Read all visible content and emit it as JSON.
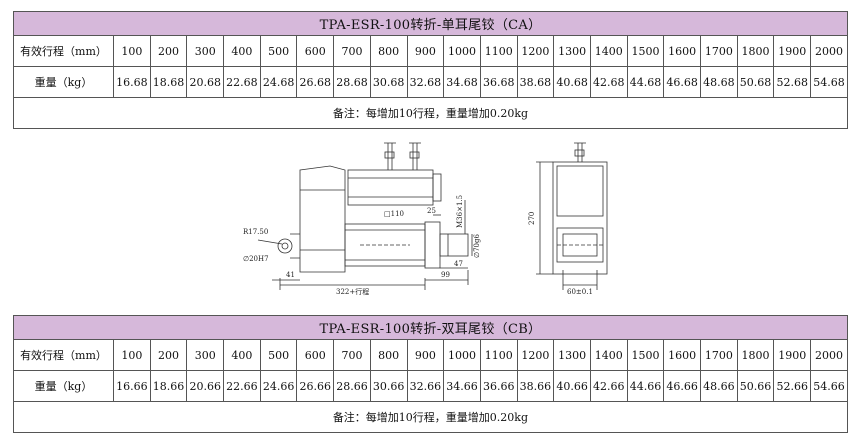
{
  "table_ca": {
    "title": "TPA-ESR-100转折-单耳尾铰（CA）",
    "stroke_label": "有效行程（mm）",
    "weight_label": "重量（kg）",
    "strokes": [
      "100",
      "200",
      "300",
      "400",
      "500",
      "600",
      "700",
      "800",
      "900",
      "1000",
      "1100",
      "1200",
      "1300",
      "1400",
      "1500",
      "1600",
      "1700",
      "1800",
      "1900",
      "2000"
    ],
    "weights": [
      "16.68",
      "18.68",
      "20.68",
      "22.68",
      "24.68",
      "26.68",
      "28.68",
      "30.68",
      "32.68",
      "34.68",
      "36.68",
      "38.68",
      "40.68",
      "42.68",
      "44.68",
      "46.68",
      "48.68",
      "50.68",
      "52.68",
      "54.68"
    ],
    "note": "备注：每增加10行程，重量增加0.20kg"
  },
  "drawing": {
    "r_label": "R17.50",
    "pin_label": "∅20H7",
    "square_label": "□110",
    "dim_25": "25",
    "thread_label": "M36×1.5",
    "rod_label": "∅70g6",
    "dim_47": "47",
    "dim_41": "41",
    "dim_99": "99",
    "stroke_dim": "322+行程",
    "height_dim": "270",
    "width_dim": "60±0.1"
  },
  "table_cb": {
    "title": "TPA-ESR-100转折-双耳尾铰（CB）",
    "stroke_label": "有效行程（mm）",
    "weight_label": "重量（kg）",
    "strokes": [
      "100",
      "200",
      "300",
      "400",
      "500",
      "600",
      "700",
      "800",
      "900",
      "1000",
      "1100",
      "1200",
      "1300",
      "1400",
      "1500",
      "1600",
      "1700",
      "1800",
      "1900",
      "2000"
    ],
    "weights": [
      "16.66",
      "18.66",
      "20.66",
      "22.66",
      "24.66",
      "26.66",
      "28.66",
      "30.66",
      "32.66",
      "34.66",
      "36.66",
      "38.66",
      "40.66",
      "42.66",
      "44.66",
      "46.66",
      "48.66",
      "50.66",
      "52.66",
      "54.66"
    ],
    "note": "备注：每增加10行程，重量增加0.20kg"
  }
}
